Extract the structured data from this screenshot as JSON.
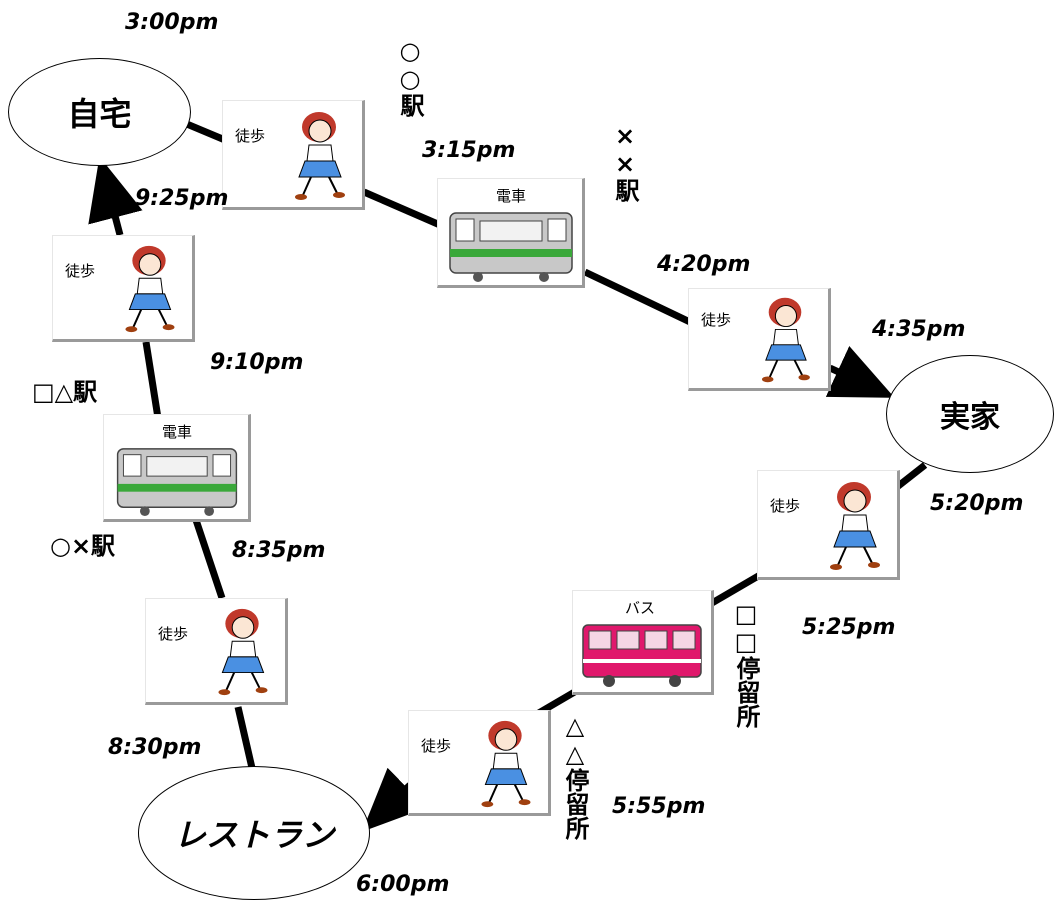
{
  "places": {
    "home": "自宅",
    "parents_home": "実家",
    "restaurant": "レストラン"
  },
  "tiles": {
    "walk": "徒歩",
    "train": "電車",
    "bus": "バス"
  },
  "times": {
    "t1500": "3:00pm",
    "t1515": "3:15pm",
    "t1620": "4:20pm",
    "t1635": "4:35pm",
    "t1720": "5:20pm",
    "t1725": "5:25pm",
    "t1755": "5:55pm",
    "t1800": "6:00pm",
    "t2030": "8:30pm",
    "t2035": "8:35pm",
    "t2110": "9:10pm",
    "t2125": "9:25pm"
  },
  "stations": {
    "maru_maru_eki": "○○駅",
    "batsu_batsu_eki": "××駅",
    "shikaku_shikaku_teiryujo": "□□停留所",
    "sankaku_sankaku_teiryujo": "△△停留所",
    "shikaku_sankaku_eki": "□△駅",
    "maru_batsu_eki": "○×駅"
  },
  "colors": {
    "line": "#000000",
    "train_body": "#c8c8c8",
    "train_stripe": "#3aa83a",
    "bus_body": "#e0186c",
    "girl_hair": "#c0392b",
    "girl_skirt": "#4a90e2"
  },
  "icons": [
    "walking-girl-icon",
    "train-icon",
    "bus-icon",
    "arrow-head-icon"
  ]
}
